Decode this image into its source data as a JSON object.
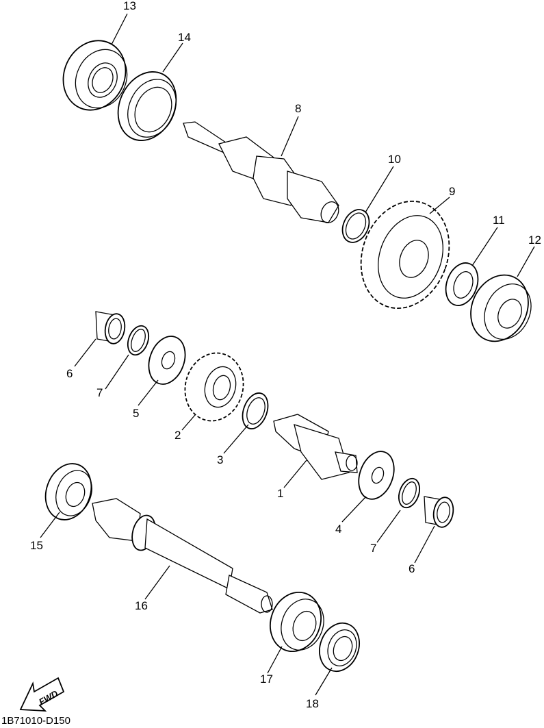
{
  "labels": {
    "p1": "1",
    "p2": "2",
    "p3": "3",
    "p4": "4",
    "p5": "5",
    "p6a": "6",
    "p6b": "6",
    "p7a": "7",
    "p7b": "7",
    "p8": "8",
    "p9": "9",
    "p10": "10",
    "p11": "11",
    "p12": "12",
    "p13": "13",
    "p14": "14",
    "p15": "15",
    "p16": "16",
    "p17": "17",
    "p18": "18"
  },
  "fwd_text": "FWD",
  "catalog_code": "1B71010-D150",
  "colors": {
    "line": "#000000",
    "background": "#ffffff"
  }
}
